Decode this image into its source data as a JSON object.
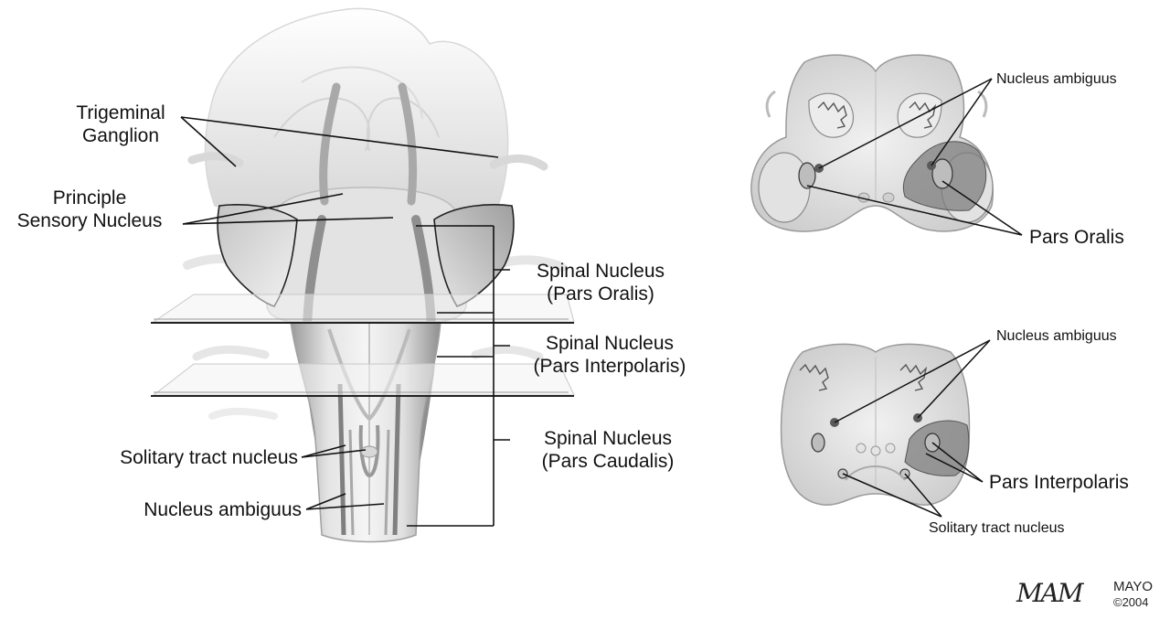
{
  "labels": {
    "trigeminal_ganglion": [
      "Trigeminal",
      "Ganglion"
    ],
    "principle_sensory_nucleus": [
      "Principle",
      "Sensory Nucleus"
    ],
    "spinal_oralis": [
      "Spinal Nucleus",
      "(Pars Oralis)"
    ],
    "spinal_interpolaris": [
      "Spinal Nucleus",
      "(Pars Interpolaris)"
    ],
    "spinal_caudalis": [
      "Spinal Nucleus",
      "(Pars Caudalis)"
    ],
    "solitary_tract_nucleus": "Solitary tract nucleus",
    "nucleus_ambiguus": "Nucleus ambiguus"
  },
  "upper_section": {
    "nucleus_ambiguus": "Nucleus ambiguus",
    "pars_oralis": "Pars Oralis"
  },
  "lower_section": {
    "nucleus_ambiguus": "Nucleus ambiguus",
    "pars_interpolaris": "Pars Interpolaris",
    "solitary_tract_nucleus": "Solitary tract nucleus"
  },
  "credit": {
    "signature": "MAM",
    "institution": "MAYO",
    "copyright": "©2004"
  },
  "colors": {
    "tissue_light": "#e9e9e9",
    "tissue_mid": "#cfcfcf",
    "tissue_dark": "#8a8a8a",
    "highlight": "#6f6f6f",
    "line": "#111111"
  }
}
